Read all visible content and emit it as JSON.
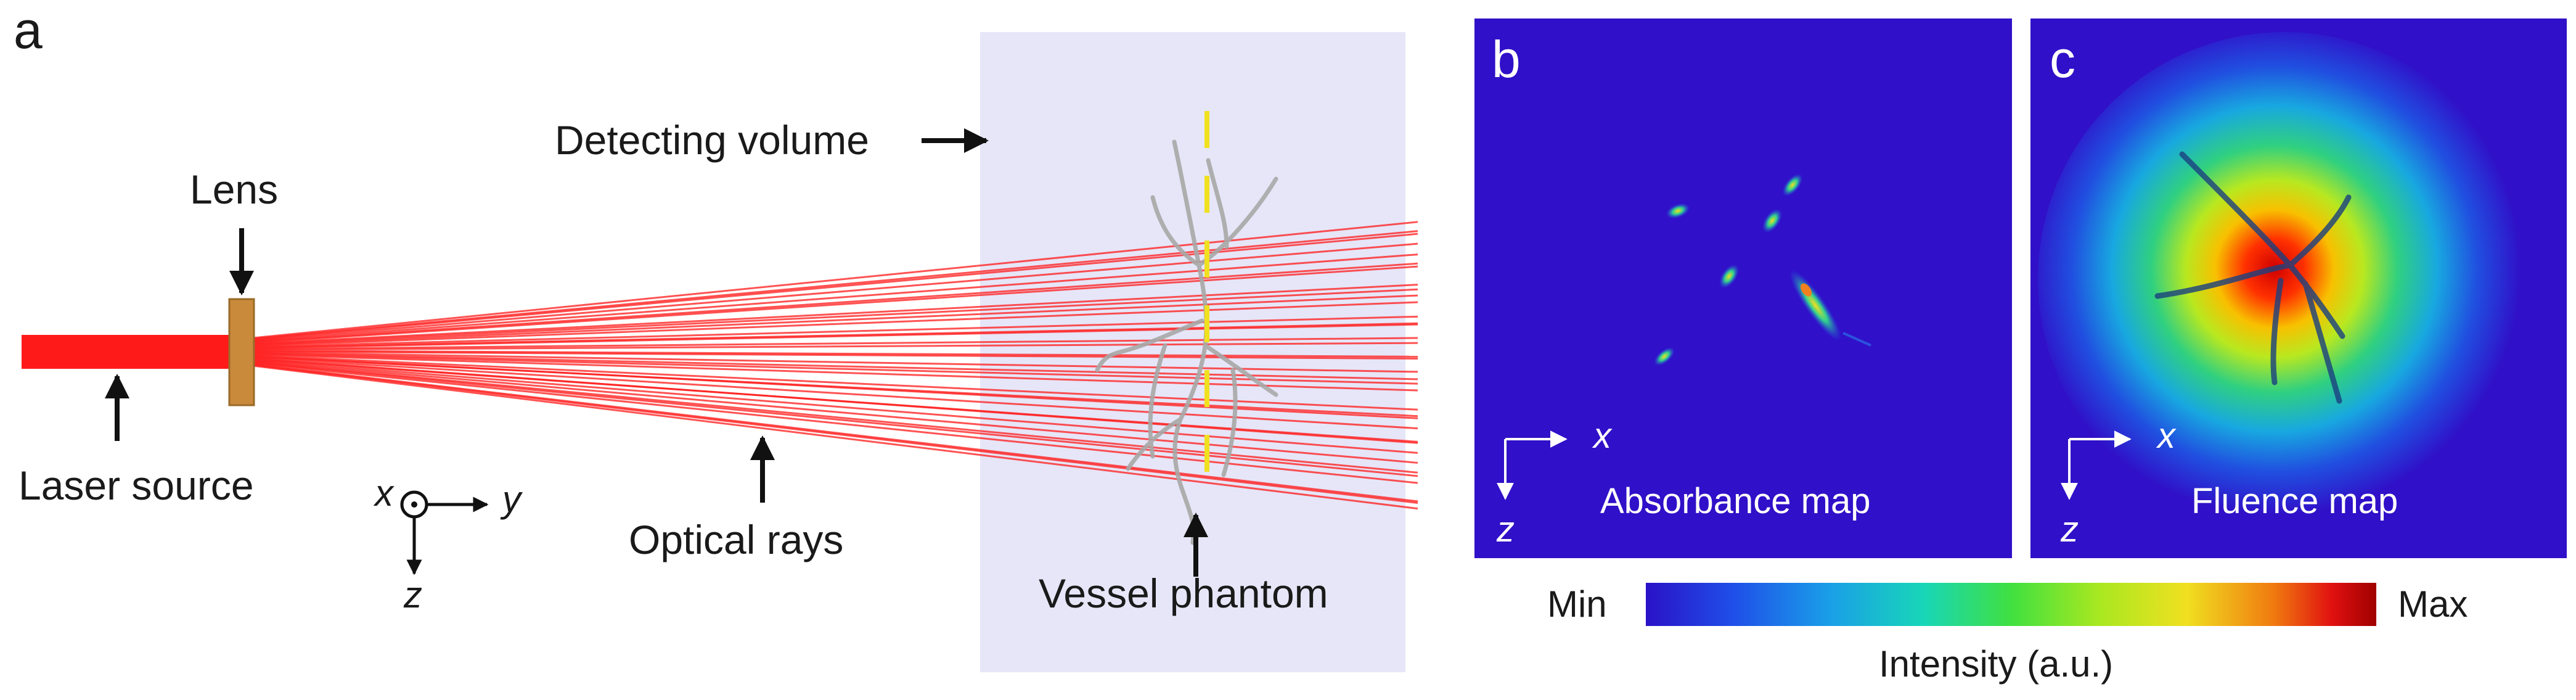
{
  "panel_a": {
    "letter": "a",
    "labels": {
      "detecting_volume": "Detecting volume",
      "lens": "Lens",
      "laser_source": "Laser source",
      "optical_rays": "Optical rays",
      "vessel_phantom": "Vessel phantom"
    },
    "axes": {
      "x": "x",
      "y": "y",
      "z": "z"
    }
  },
  "panel_b": {
    "letter": "b",
    "caption": "Absorbance map",
    "axes": {
      "x": "x",
      "z": "z"
    }
  },
  "panel_c": {
    "letter": "c",
    "caption": "Fluence map",
    "axes": {
      "x": "x",
      "z": "z"
    }
  },
  "colorbar": {
    "min_label": "Min",
    "max_label": "Max",
    "title": "Intensity (a.u.)"
  },
  "colors": {
    "laser": "#ff1a1a",
    "lens": "#c98a3c",
    "volume": "#e8e8fa",
    "map_background": "#3010c8",
    "vessel": "#a8a8a8",
    "detector_line": "#f0e020"
  }
}
